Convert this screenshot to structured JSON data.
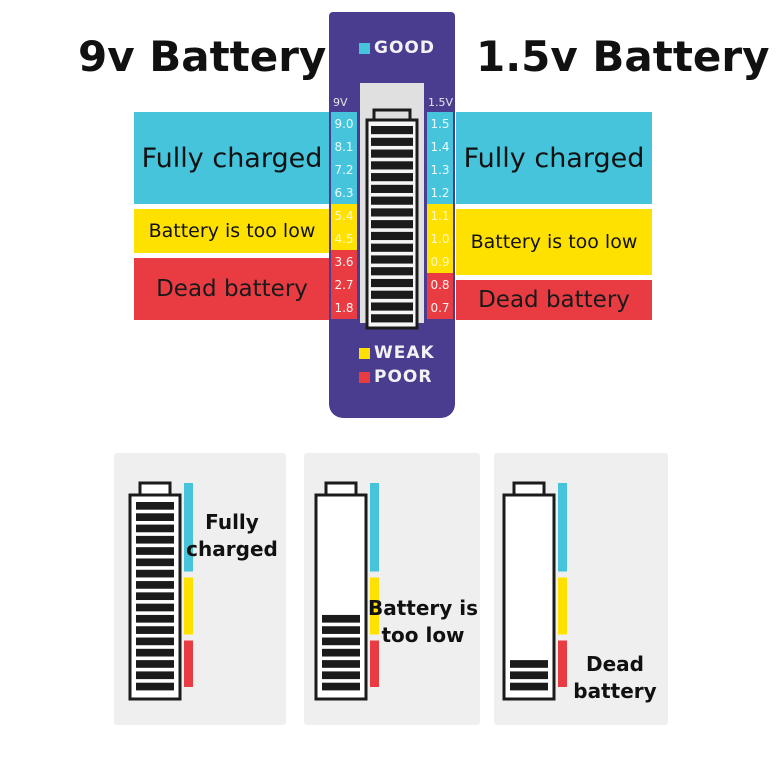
{
  "headings": {
    "left": "9v Battery",
    "right": "1.5v Battery"
  },
  "bands_left": {
    "full": "Fully charged",
    "low": "Battery is too low",
    "dead": "Dead battery"
  },
  "bands_right": {
    "full": "Fully charged",
    "low": "Battery is too low",
    "dead": "Dead battery"
  },
  "tester": {
    "good_label": "GOOD",
    "weak_label": "WEAK",
    "poor_label": "POOR",
    "left_scale_header": "9V",
    "right_scale_header": "1.5V",
    "left_scale": [
      {
        "v": "9.0",
        "zone": "c"
      },
      {
        "v": "8.1",
        "zone": "c"
      },
      {
        "v": "7.2",
        "zone": "c"
      },
      {
        "v": "6.3",
        "zone": "c"
      },
      {
        "v": "5.4",
        "zone": "y"
      },
      {
        "v": "4.5",
        "zone": "y"
      },
      {
        "v": "3.6",
        "zone": "r"
      },
      {
        "v": "2.7",
        "zone": "r"
      },
      {
        "v": "1.8",
        "zone": "r"
      }
    ],
    "right_scale": [
      {
        "v": "1.5",
        "zone": "c"
      },
      {
        "v": "1.4",
        "zone": "c"
      },
      {
        "v": "1.3",
        "zone": "c"
      },
      {
        "v": "1.2",
        "zone": "c"
      },
      {
        "v": "1.1",
        "zone": "y"
      },
      {
        "v": "1.0",
        "zone": "y"
      },
      {
        "v": "0.9",
        "zone": "y"
      },
      {
        "v": "0.8",
        "zone": "r"
      },
      {
        "v": "0.7",
        "zone": "r"
      }
    ],
    "total_bars": 17
  },
  "colors": {
    "good": "#46c4dc",
    "weak": "#ffe100",
    "poor": "#e83c42",
    "body": "#4a3d8f"
  },
  "examples": [
    {
      "label_line1": "Fully",
      "label_line2": "charged",
      "filled_bars": 17
    },
    {
      "label_line1": "Battery is",
      "label_line2": "too low",
      "filled_bars": 7
    },
    {
      "label_line1": "Dead",
      "label_line2": "battery",
      "filled_bars": 3
    }
  ]
}
